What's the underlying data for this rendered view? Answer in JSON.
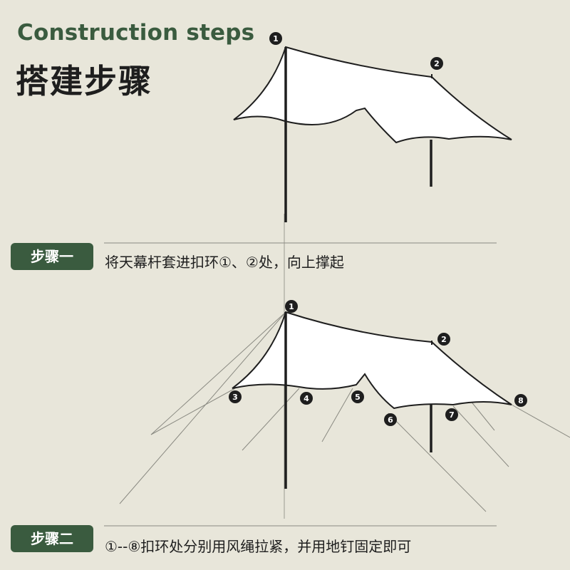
{
  "header": {
    "title_en": "Construction steps",
    "title_cn": "搭建步骤"
  },
  "steps": [
    {
      "label": "步骤一",
      "text": "将天幕杆套进扣环①、②处，向上撑起"
    },
    {
      "label": "步骤二",
      "text": "①--⑧扣环处分别用风绳拉紧，并用地钉固定即可"
    }
  ],
  "diagram1": {
    "markers": [
      "1",
      "2"
    ]
  },
  "diagram2": {
    "markers": [
      "1",
      "2",
      "3",
      "4",
      "5",
      "6",
      "7",
      "8"
    ]
  },
  "colors": {
    "accent": "#3a5b3f",
    "background": "#e8e6da",
    "tarp": "#ffffff",
    "line": "#1e1e1e"
  }
}
